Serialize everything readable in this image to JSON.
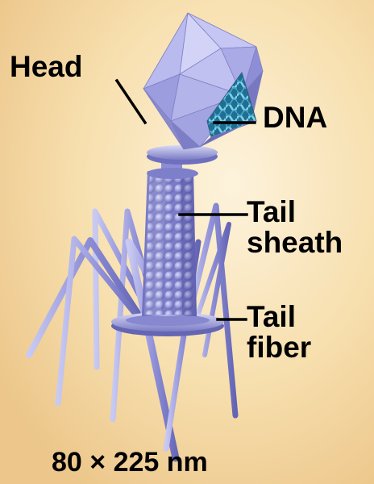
{
  "labels": {
    "head": "Head",
    "dna": "DNA",
    "tail_sheath_line1": "Tail",
    "tail_sheath_line2": "sheath",
    "tail_fiber_line1": "Tail",
    "tail_fiber_line2": "fiber"
  },
  "scale": {
    "text": "80 × 225 nm"
  },
  "colors": {
    "background_light": "#fbeccd",
    "background_warm": "#eec98a",
    "capsid_lavender": "#a7a7e2",
    "dna_teal": "#4b9fbf",
    "fiber_blue": "#8d8ed6",
    "leader_line": "#000000"
  }
}
